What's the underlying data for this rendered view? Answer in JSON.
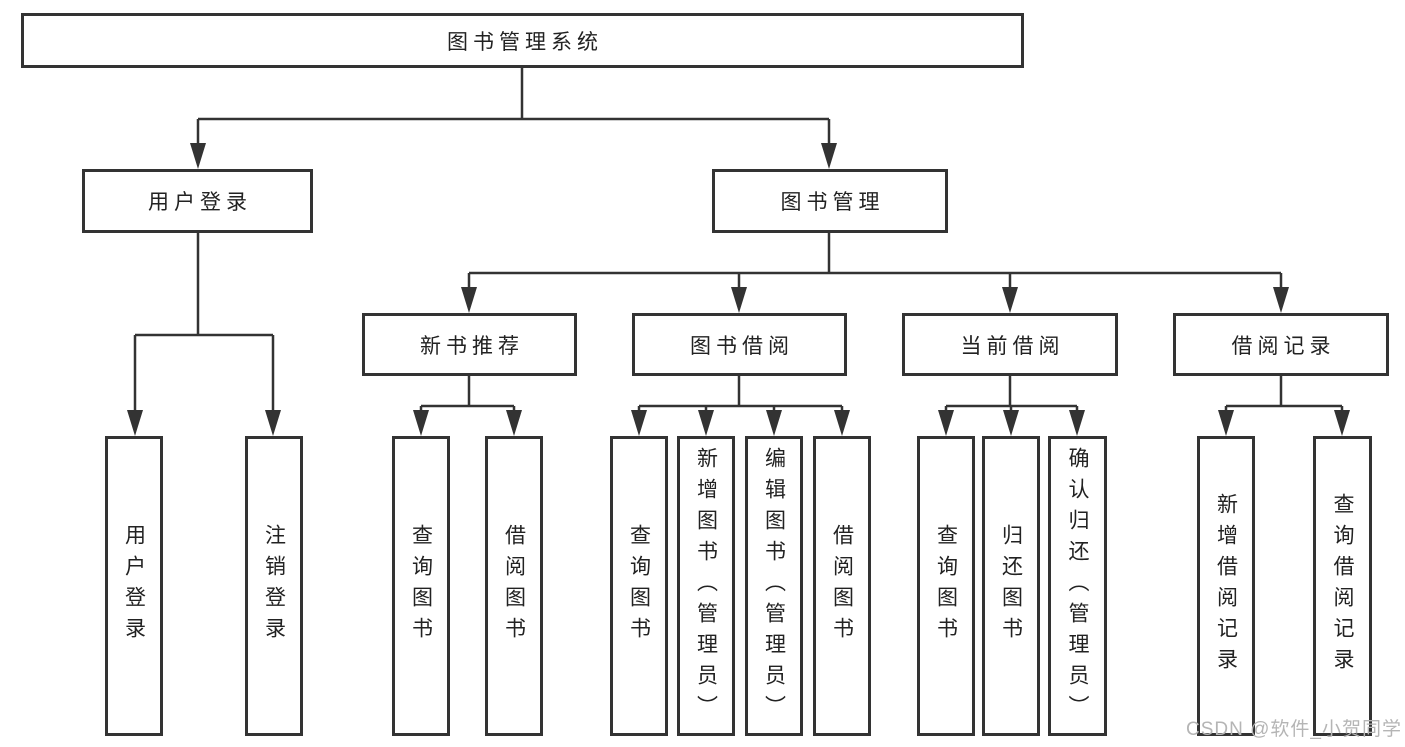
{
  "diagram": {
    "root": {
      "label": "图书管理系统"
    },
    "user_branch": {
      "label": "用户登录",
      "children": [
        {
          "label": "用户登录"
        },
        {
          "label": "注销登录"
        }
      ]
    },
    "book_branch": {
      "label": "图书管理",
      "sections": [
        {
          "label": "新书推荐",
          "children": [
            {
              "label": "查询图书"
            },
            {
              "label": "借阅图书"
            }
          ]
        },
        {
          "label": "图书借阅",
          "children": [
            {
              "label": "查询图书"
            },
            {
              "label": "新增图书（管理员）"
            },
            {
              "label": "编辑图书（管理员）"
            },
            {
              "label": "借阅图书"
            }
          ]
        },
        {
          "label": "当前借阅",
          "children": [
            {
              "label": "查询图书"
            },
            {
              "label": "归还图书"
            },
            {
              "label": "确认归还（管理员）"
            }
          ]
        },
        {
          "label": "借阅记录",
          "children": [
            {
              "label": "新增借阅记录"
            },
            {
              "label": "查询借阅记录"
            }
          ]
        }
      ]
    },
    "watermark": "CSDN @软件_小贺同学",
    "colors": {
      "line": "#333333",
      "text": "#222222",
      "watermark": "#b5b5b5",
      "background": "#ffffff"
    }
  }
}
